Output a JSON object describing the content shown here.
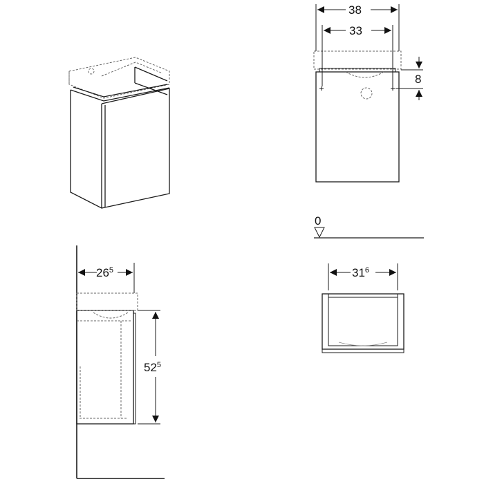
{
  "drawing": {
    "title": "Vanity unit technical drawing",
    "colors": {
      "line": "#1a1a1a",
      "dashed": "#777777",
      "background": "#ffffff"
    }
  },
  "views": {
    "isometric": {
      "label": "Isometric view of cabinet with washbasin (dashed)"
    },
    "front": {
      "overall_width": {
        "main": "38",
        "sup": ""
      },
      "mount_spacing": {
        "main": "33",
        "sup": ""
      },
      "mount_height": {
        "main": "8",
        "sup": ""
      }
    },
    "floor_reference": {
      "label": "0"
    },
    "side": {
      "depth": {
        "main": "26",
        "sup": "5"
      },
      "height": {
        "main": "52",
        "sup": "5"
      }
    },
    "top": {
      "inner_width": {
        "main": "31",
        "sup": "6"
      }
    }
  }
}
